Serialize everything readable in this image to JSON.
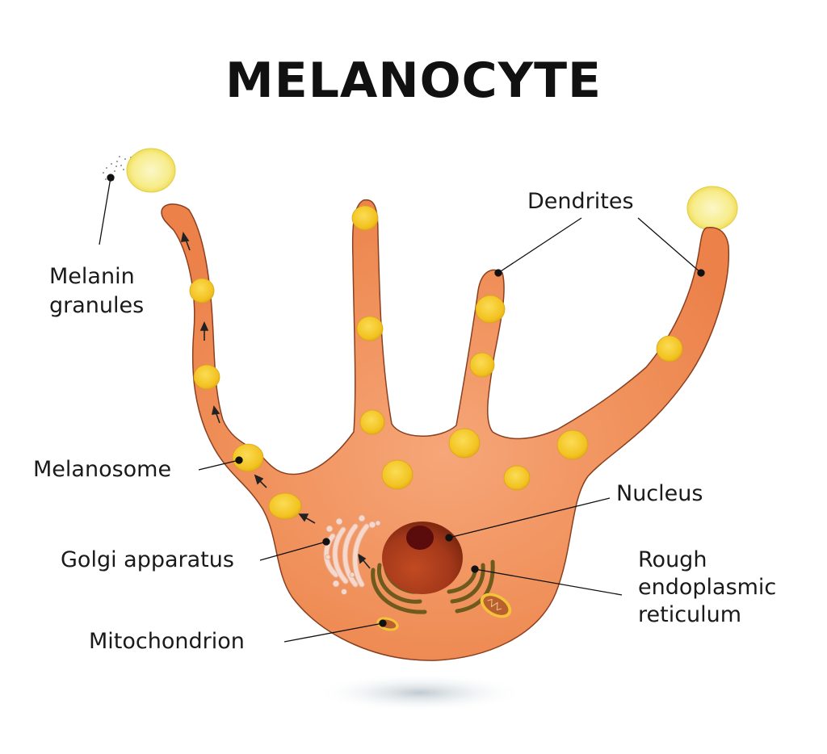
{
  "title": "MELANOCYTE",
  "colors": {
    "cell_fill": "#ef8a4f",
    "cell_outline": "#8a4020",
    "melanosome": "#f5c92a",
    "nucleus": "#a5391a",
    "nucleolus": "#5a0c0c",
    "rough_er": "#6f5a1e",
    "golgi": "#f7d9cc",
    "mitochondrion_outer": "#f5c33a",
    "mitochondrion_inner": "#b8612e"
  },
  "labels": {
    "melanin_granules_line1": "Melanin",
    "melanin_granules_line2": "granules",
    "dendrites": "Dendrites",
    "melanosome": "Melanosome",
    "nucleus": "Nucleus",
    "golgi_apparatus": "Golgi apparatus",
    "rough_er_line1": "Rough",
    "rough_er_line2": "endoplasmic",
    "rough_er_line3": "reticulum",
    "mitochondrion": "Mitochondrion"
  }
}
